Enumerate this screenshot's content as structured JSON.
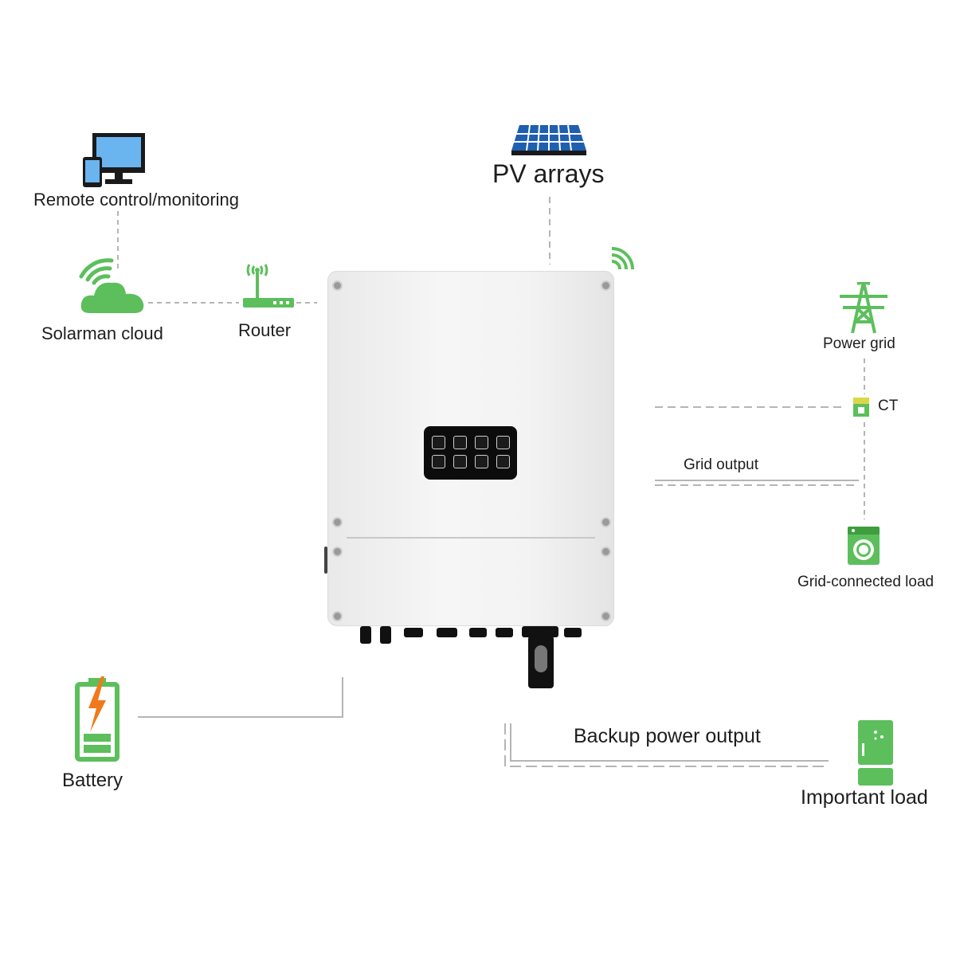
{
  "labels": {
    "remote": "Remote control/monitoring",
    "pv": "PV arrays",
    "cloud": "Solarman cloud",
    "router": "Router",
    "power_grid": "Power grid",
    "ct": "CT",
    "grid_output": "Grid output",
    "grid_load": "Grid-connected load",
    "battery": "Battery",
    "backup": "Backup power output",
    "important_load": "Important load"
  },
  "colors": {
    "green": "#5cbf5c",
    "green_dark": "#3e9e3e",
    "blue": "#1f5fb0",
    "orange": "#f07a1a",
    "line": "#b5b5b5"
  },
  "icons": [
    "monitor-phone-icon",
    "solar-panel-icon",
    "cloud-wifi-icon",
    "router-icon",
    "wifi-icon",
    "power-tower-icon",
    "ct-clamp-icon",
    "washing-machine-icon",
    "battery-icon",
    "refrigerator-icon"
  ]
}
